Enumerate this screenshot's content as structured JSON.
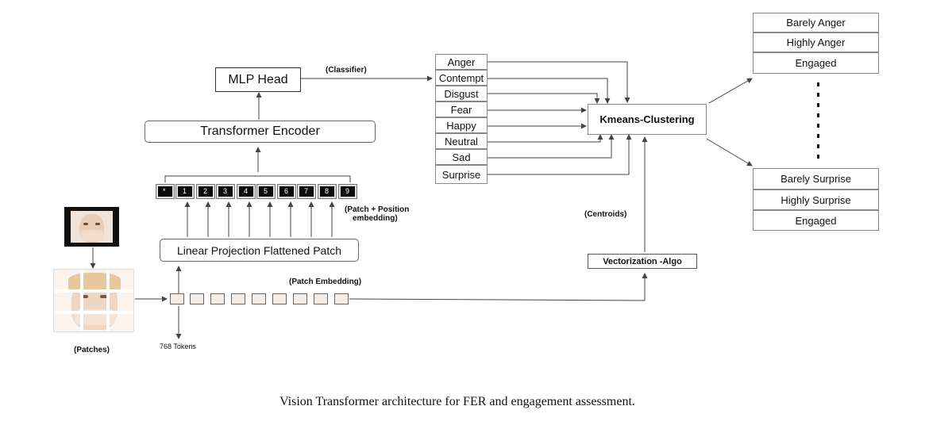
{
  "nodes": {
    "mlp_head": "MLP Head",
    "transformer_encoder": "Transformer Encoder",
    "linear_projection": "Linear Projection Flattened Patch",
    "kmeans": "Kmeans-Clustering",
    "vectorization": "Vectorization -Algo"
  },
  "labels": {
    "classifier": "(Classifier)",
    "patch_position_line1": "(Patch + Position",
    "patch_position_line2": "embedding)",
    "patch_embedding": "(Patch Embedding)",
    "patches": "(Patches)",
    "tokens": "768 Tokens",
    "centroids": "(Centroids)"
  },
  "tokens": [
    "*",
    "1",
    "2",
    "3",
    "4",
    "5",
    "6",
    "7",
    "8",
    "9"
  ],
  "emotions": [
    "Anger",
    "Contempt",
    "Disgust",
    "Fear",
    "Happy",
    "Neutral",
    "Sad",
    "Surprise"
  ],
  "outputs_top": [
    "Barely Anger",
    "Highly  Anger",
    "Engaged"
  ],
  "outputs_bottom": [
    "Barely Surprise",
    "Highly  Surprise",
    "Engaged"
  ],
  "caption": "Vision Transformer architecture for FER and engagement assessment.",
  "colors": {
    "line": "#444444",
    "box_border": "#666666",
    "token_fill": "#0b0b0b",
    "skin": "#f1e0d2"
  }
}
